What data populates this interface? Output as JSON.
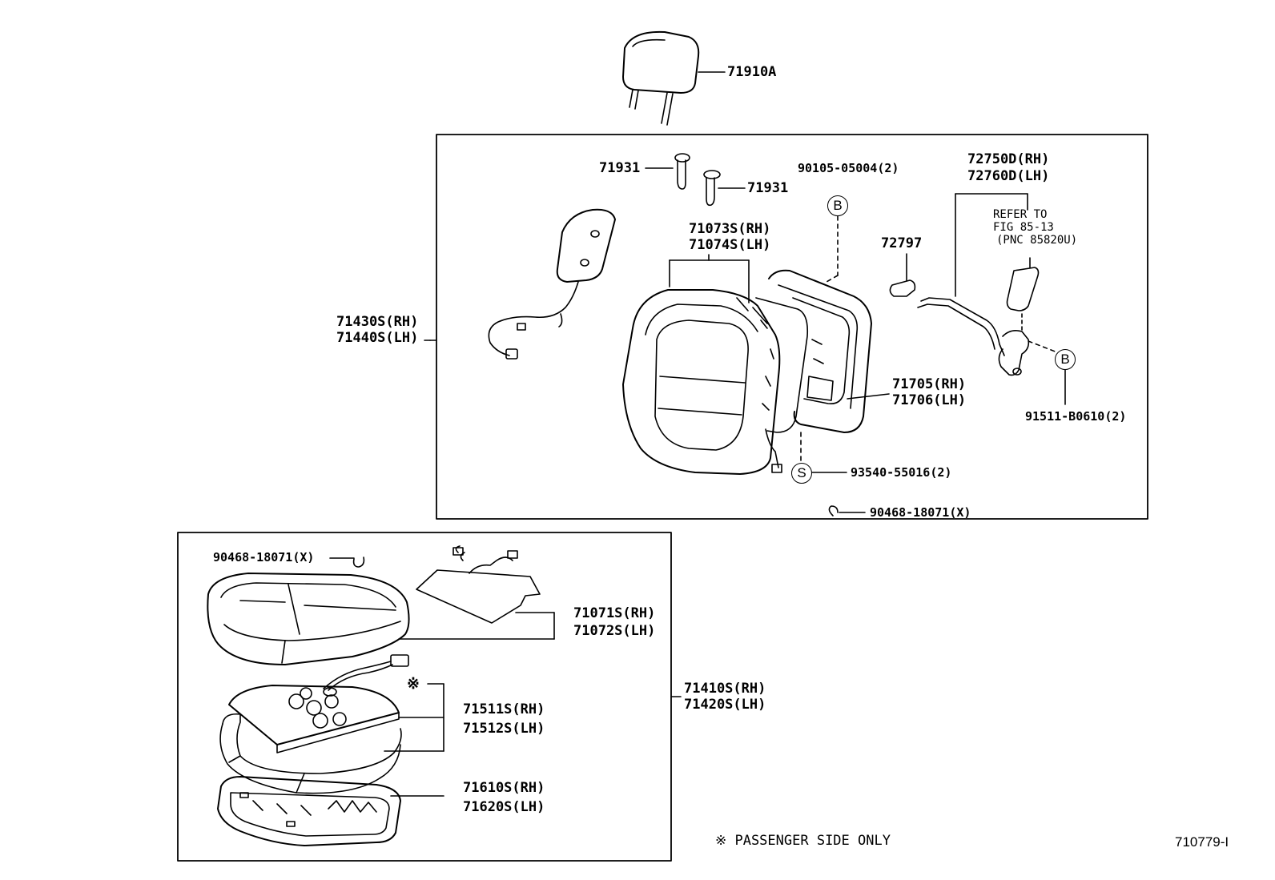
{
  "parts": {
    "headrest": "71910A",
    "bushing_upper": "71931",
    "bushing_lower": "71931",
    "screw_b_top": "90105-05004(2)",
    "hinge_cover_rh": "72750D(RH)",
    "hinge_cover_lh": "72760D(LH)",
    "back_cover_rh": "71073S(RH)",
    "back_cover_lh": "71074S(LH)",
    "clip": "72797",
    "seatback_assy_rh": "71430S(RH)",
    "seatback_assy_lh": "71440S(LH)",
    "back_frame_rh": "71705(RH)",
    "back_frame_lh": "71706(LH)",
    "bolt_b_right": "91511-B0610(2)",
    "nut_s": "93540-55016(2)",
    "hog_ring_upper": "90468-18071(X)",
    "hog_ring_lower": "90468-18071(X)",
    "cushion_cover_rh": "71071S(RH)",
    "cushion_cover_lh": "71072S(LH)",
    "cushion_assy_rh": "71410S(RH)",
    "cushion_assy_lh": "71420S(LH)",
    "cushion_pad_rh": "71511S(RH)",
    "cushion_pad_lh": "71512S(LH)",
    "spring_rh": "71610S(RH)",
    "spring_lh": "71620S(LH)"
  },
  "refer": {
    "line1": "REFER TO",
    "line2": "FIG 85-13",
    "line3": "(PNC 85820U)"
  },
  "markers": {
    "b": "B",
    "s": "S",
    "star": "※"
  },
  "footer": {
    "note": "※ PASSENGER SIDE ONLY",
    "code": "710779-I"
  }
}
